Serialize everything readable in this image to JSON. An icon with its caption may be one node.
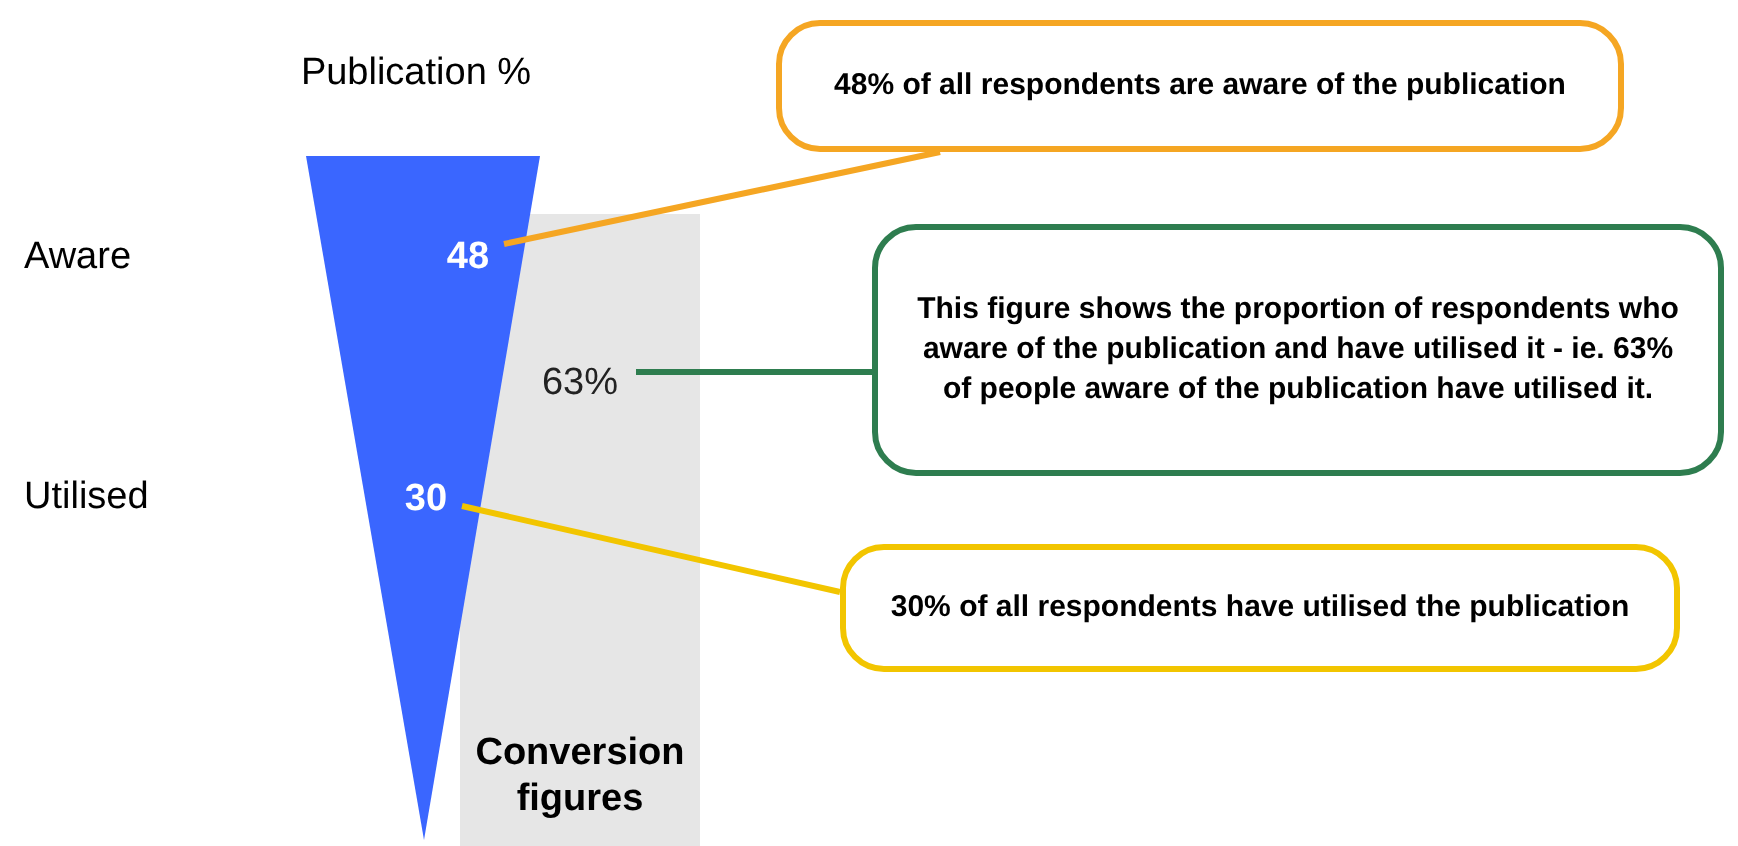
{
  "diagram": {
    "nodes": [
      {
        "text": [
          "48% of all respondents are aware of the publication"
        ]
      },
      {
        "text": [
          "48"
        ]
      },
      {
        "text": [
          "This figure shows the proportion of respondents who aware of the publication and have utilised it -  ie. 63% of people aware of the publication have utilised it."
        ]
      },
      {
        "text": [
          "63%"
        ]
      },
      {
        "text": [
          "30"
        ]
      },
      {
        "text": [
          "30% of all  respondents have utilised the publication"
        ]
      }
    ],
    "edges": [
      {
        "from": 0,
        "to": 1,
        "arrow": "none",
        "color": "#f5a623"
      },
      {
        "from": 2,
        "to": 3,
        "arrow": "none",
        "color": "#2e7d4f"
      },
      {
        "from": 5,
        "to": 4,
        "arrow": "none",
        "color": "#f2c500"
      }
    ],
    "labels": [
      "Publication %",
      "Aware",
      "Utilised",
      "Conversion figures"
    ]
  }
}
